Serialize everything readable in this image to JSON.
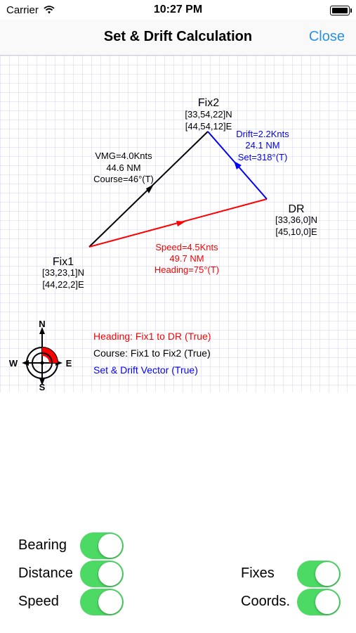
{
  "status_bar": {
    "carrier": "Carrier",
    "time": "10:27 PM"
  },
  "nav": {
    "title": "Set & Drift Calculation",
    "close_label": "Close"
  },
  "plot": {
    "fix1": {
      "name": "Fix1",
      "lat": "[33,23,1]N",
      "lon": "[44,22,2]E"
    },
    "fix2": {
      "name": "Fix2",
      "lat": "[33,54,22]N",
      "lon": "[44,54,12]E"
    },
    "dr": {
      "name": "DR",
      "lat": "[33,36,0]N",
      "lon": "[45,10,0]E"
    },
    "course_vector": {
      "vmg": "VMG=4.0Knts",
      "distance": "44.6 NM",
      "course": "Course=46°(T)"
    },
    "heading_vector": {
      "speed": "Speed=4.5Knts",
      "distance": "49.7 NM",
      "heading": "Heading=75°(T)"
    },
    "drift_vector": {
      "drift": "Drift=2.2Knts",
      "distance": "24.1 NM",
      "set": "Set=318°(T)"
    },
    "compass": {
      "n": "N",
      "s": "S",
      "e": "E",
      "w": "W"
    },
    "legend": {
      "heading": "Heading: Fix1 to DR (True)",
      "course": "Course: Fix1 to Fix2 (True)",
      "set_drift": "Set & Drift Vector (True)"
    },
    "colors": {
      "heading": "#ff0000",
      "course": "#000000",
      "drift": "#0000ff",
      "grid": "#c8c8f0"
    }
  },
  "toggles": {
    "bearing": {
      "label": "Bearing",
      "on": true
    },
    "distance": {
      "label": "Distance",
      "on": true
    },
    "speed": {
      "label": "Speed",
      "on": true
    },
    "fixes": {
      "label": "Fixes",
      "on": true
    },
    "coords": {
      "label": "Coords.",
      "on": true
    }
  }
}
